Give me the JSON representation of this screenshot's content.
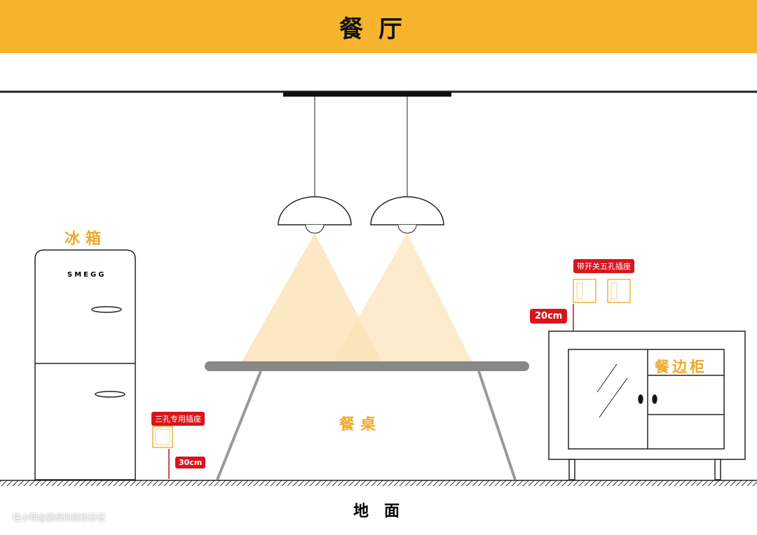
{
  "title": "餐厅",
  "labels": {
    "fridge": "冰箱",
    "brand": "SMEGG",
    "table": "餐桌",
    "sideboard": "餐边柜",
    "floor": "地面"
  },
  "sockets": {
    "three_hole": "三孔专用插座",
    "three_hole_height": "30cm",
    "five_hole_switch": "带开关五孔插座",
    "five_hole_height": "20cm"
  },
  "watermark": "住小帮@姜叔的装修日记",
  "colors": {
    "header": "#f6b52c",
    "accent": "#f0a92a",
    "tag": "#d9141c"
  }
}
